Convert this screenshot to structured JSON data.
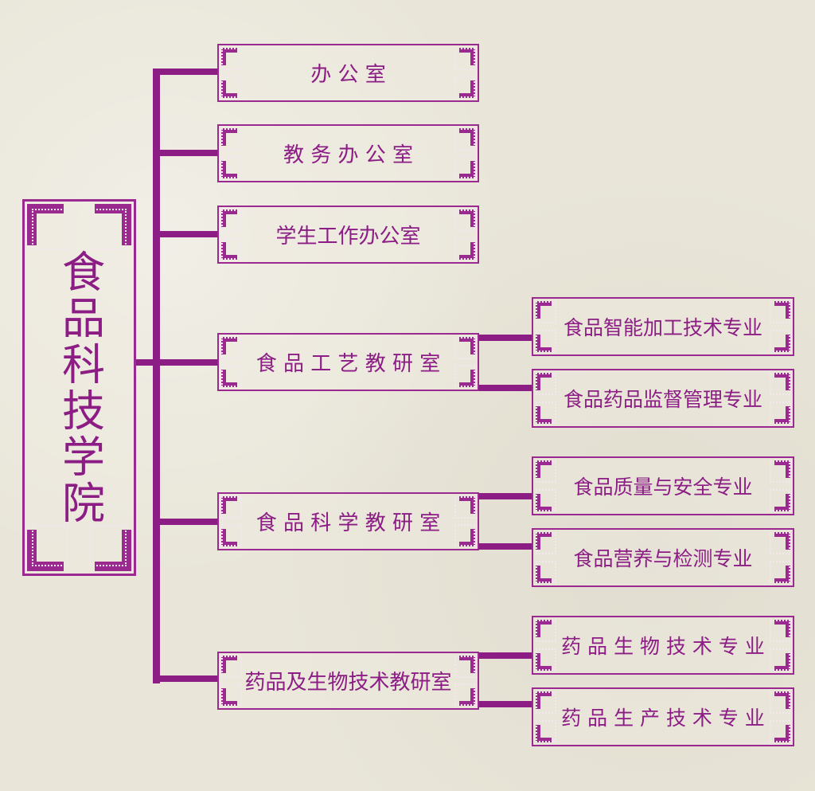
{
  "root": "食品科技学院",
  "offices": [
    "办 公 室",
    "教 务 办 公 室",
    "学生工作办公室"
  ],
  "departments": [
    {
      "name": "食 品 工 艺 教 研 室",
      "majors": [
        "食品智能加工技术专业",
        "食品药品监督管理专业"
      ]
    },
    {
      "name": "食 品 科 学 教 研 室",
      "majors": [
        "食品质量与安全专业",
        "食品营养与检测专业"
      ]
    },
    {
      "name": "药品及生物技术教研室",
      "majors": [
        "药 品 生 物 技 术 专 业",
        "药 品 生 产 技 术 专 业"
      ]
    }
  ],
  "colors": {
    "accent": "#8c1d85",
    "background": "#e9e6d9"
  }
}
